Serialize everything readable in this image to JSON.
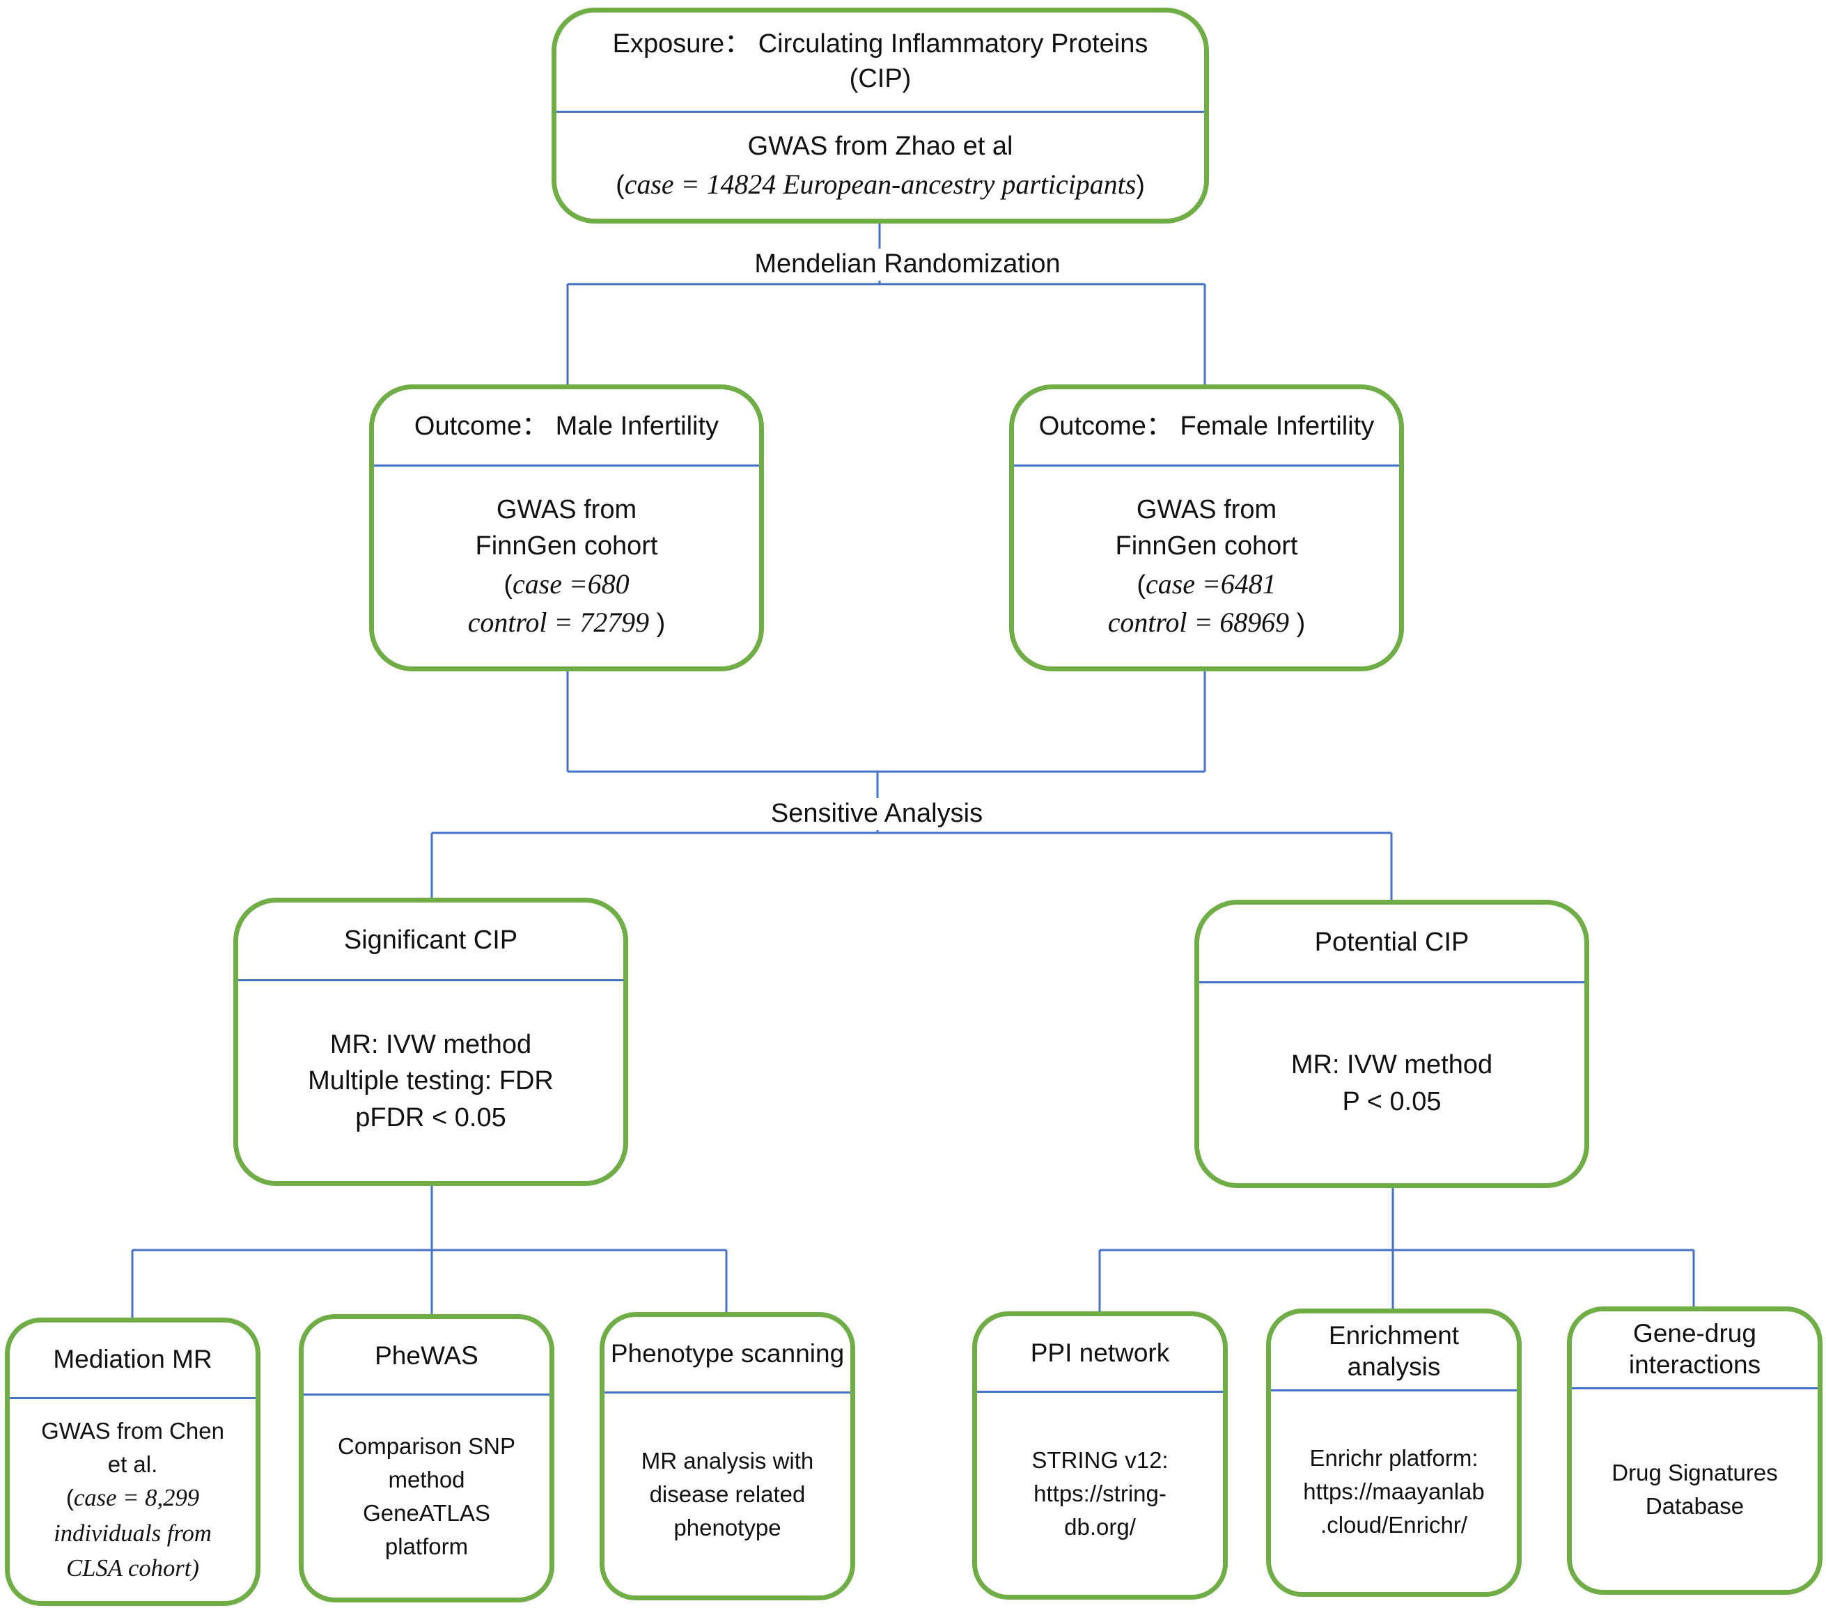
{
  "colors": {
    "box_border": "#70ad47",
    "connector": "#4472c4",
    "divider": "#4472c4"
  },
  "labels": {
    "mendelian_randomization": "Mendelian Randomization",
    "sensitive_analysis": "Sensitive Analysis"
  },
  "exposure": {
    "header": [
      "Exposure：  Circulating Inflammatory Proteins",
      "(CIP)"
    ],
    "body_line1": "GWAS from Zhao et al",
    "body_line2_open": "(",
    "body_line2_italic": "case = 14824 European-ancestry participants",
    "body_line2_close": ")"
  },
  "male_outcome": {
    "header": "Outcome：  Male Infertility",
    "body": [
      "GWAS from",
      "FinnGen cohort"
    ],
    "case_open": "(",
    "case_italic": "case =680",
    "control_italic": "control = 72799",
    "control_close": " )"
  },
  "female_outcome": {
    "header": "Outcome：  Female Infertility",
    "body": [
      "GWAS from",
      "FinnGen cohort"
    ],
    "case_open": "(",
    "case_italic": "case =6481",
    "control_italic": "control = 68969",
    "control_close": " )"
  },
  "significant_cip": {
    "header": "Significant CIP",
    "body": [
      "MR: IVW method",
      "Multiple testing: FDR",
      "pFDR < 0.05"
    ]
  },
  "potential_cip": {
    "header": "Potential CIP",
    "body": [
      "MR: IVW method",
      "P < 0.05"
    ]
  },
  "mediation_mr": {
    "header": "Mediation MR",
    "body": [
      "GWAS from Chen",
      "et al."
    ],
    "italic_open": "(",
    "italic_lines": [
      "case = 8,299",
      "individuals from",
      "CLSA cohort)"
    ]
  },
  "phewas": {
    "header": "PheWAS",
    "body": [
      "Comparison SNP",
      "method",
      "GeneATLAS",
      "platform"
    ]
  },
  "phenotype_scanning": {
    "header": "Phenotype scanning",
    "body": [
      "MR analysis with",
      "disease related",
      "phenotype"
    ]
  },
  "ppi_network": {
    "header": "PPI network",
    "body": [
      "STRING v12:",
      "https://string-",
      "db.org/"
    ]
  },
  "enrichment": {
    "header": [
      "Enrichment",
      "analysis"
    ],
    "body": [
      "Enrichr platform:",
      "https://maayanlab",
      ".cloud/Enrichr/"
    ]
  },
  "gene_drug": {
    "header": [
      "Gene-drug",
      "interactions"
    ],
    "body": [
      "Drug Signatures",
      "Database"
    ]
  }
}
